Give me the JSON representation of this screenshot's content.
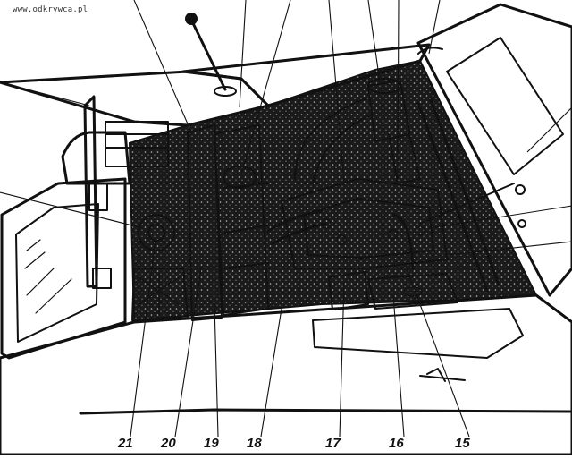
{
  "watermark": "www.odkrywca.pl",
  "callouts": [
    {
      "id": "21",
      "label": "21"
    },
    {
      "id": "20",
      "label": "20"
    },
    {
      "id": "19",
      "label": "19"
    },
    {
      "id": "18",
      "label": "18"
    },
    {
      "id": "17",
      "label": "17"
    },
    {
      "id": "16",
      "label": "16"
    },
    {
      "id": "15",
      "label": "15"
    }
  ],
  "colors": {
    "ink": "#111111",
    "paper": "#ffffff",
    "engine_bay": "#151515"
  }
}
